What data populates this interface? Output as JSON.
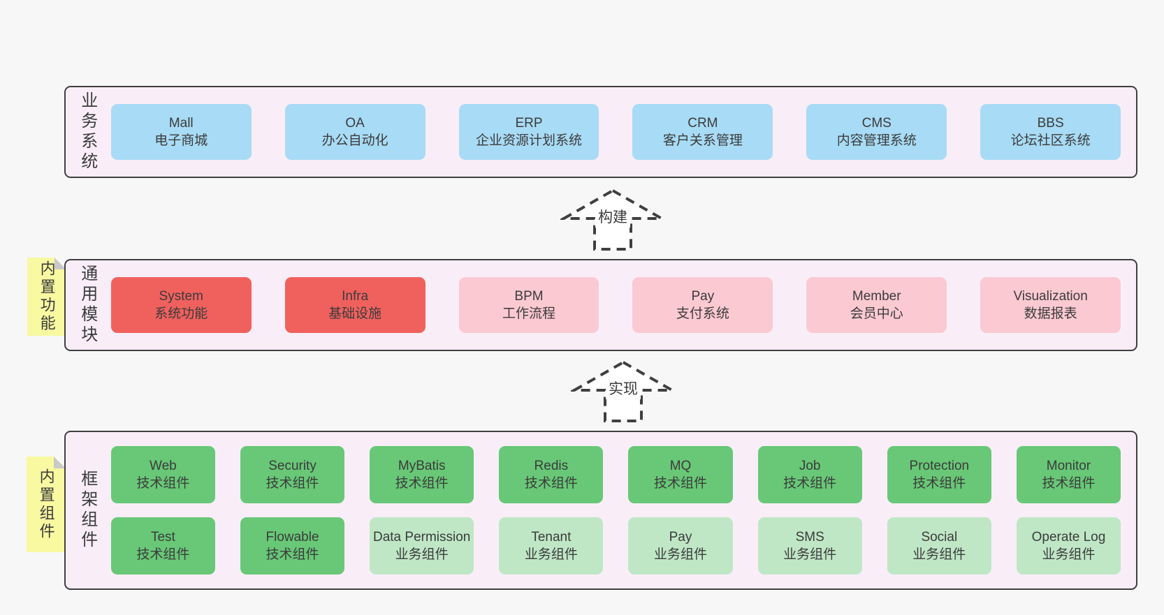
{
  "colors": {
    "background": "#f7f7f7",
    "panel_bg": "#f9eef7",
    "panel_border": "#3f3f3f",
    "blue": "#a8dbf5",
    "red": "#f0615e",
    "pink": "#fbc9d2",
    "green": "#68c877",
    "light_green": "#bfe7c6",
    "note_yellow": "#f8f9a0",
    "note_fold": "#c9c9c9",
    "text": "#3b3b3b"
  },
  "notes": [
    {
      "label": "内置功能"
    },
    {
      "label": "内置组件"
    }
  ],
  "arrows": [
    {
      "label": "构建"
    },
    {
      "label": "实现"
    }
  ],
  "sections": [
    {
      "label": "业务系统",
      "rows": [
        [
          {
            "title": "Mall",
            "subtitle": "电子商城",
            "type": "blue"
          },
          {
            "title": "OA",
            "subtitle": "办公自动化",
            "type": "blue"
          },
          {
            "title": "ERP",
            "subtitle": "企业资源计划系统",
            "type": "blue"
          },
          {
            "title": "CRM",
            "subtitle": "客户关系管理",
            "type": "blue"
          },
          {
            "title": "CMS",
            "subtitle": "内容管理系统",
            "type": "blue"
          },
          {
            "title": "BBS",
            "subtitle": "论坛社区系统",
            "type": "blue"
          }
        ]
      ]
    },
    {
      "label": "通用模块",
      "rows": [
        [
          {
            "title": "System",
            "subtitle": "系统功能",
            "type": "red"
          },
          {
            "title": "Infra",
            "subtitle": "基础设施",
            "type": "red"
          },
          {
            "title": "BPM",
            "subtitle": "工作流程",
            "type": "pink"
          },
          {
            "title": "Pay",
            "subtitle": "支付系统",
            "type": "pink"
          },
          {
            "title": "Member",
            "subtitle": "会员中心",
            "type": "pink"
          },
          {
            "title": "Visualization",
            "subtitle": "数据报表",
            "type": "pink"
          }
        ]
      ]
    },
    {
      "label": "框架组件",
      "rows": [
        [
          {
            "title": "Web",
            "subtitle": "技术组件",
            "type": "green"
          },
          {
            "title": "Security",
            "subtitle": "技术组件",
            "type": "green"
          },
          {
            "title": "MyBatis",
            "subtitle": "技术组件",
            "type": "green"
          },
          {
            "title": "Redis",
            "subtitle": "技术组件",
            "type": "green"
          },
          {
            "title": "MQ",
            "subtitle": "技术组件",
            "type": "green"
          },
          {
            "title": "Job",
            "subtitle": "技术组件",
            "type": "green"
          },
          {
            "title": "Protection",
            "subtitle": "技术组件",
            "type": "green"
          },
          {
            "title": "Monitor",
            "subtitle": "技术组件",
            "type": "green"
          }
        ],
        [
          {
            "title": "Test",
            "subtitle": "技术组件",
            "type": "green"
          },
          {
            "title": "Flowable",
            "subtitle": "技术组件",
            "type": "green"
          },
          {
            "title": "Data Permission",
            "subtitle": "业务组件",
            "type": "light"
          },
          {
            "title": "Tenant",
            "subtitle": "业务组件",
            "type": "light"
          },
          {
            "title": "Pay",
            "subtitle": "业务组件",
            "type": "light"
          },
          {
            "title": "SMS",
            "subtitle": "业务组件",
            "type": "light"
          },
          {
            "title": "Social",
            "subtitle": "业务组件",
            "type": "light"
          },
          {
            "title": "Operate Log",
            "subtitle": "业务组件",
            "type": "light"
          }
        ]
      ]
    }
  ]
}
